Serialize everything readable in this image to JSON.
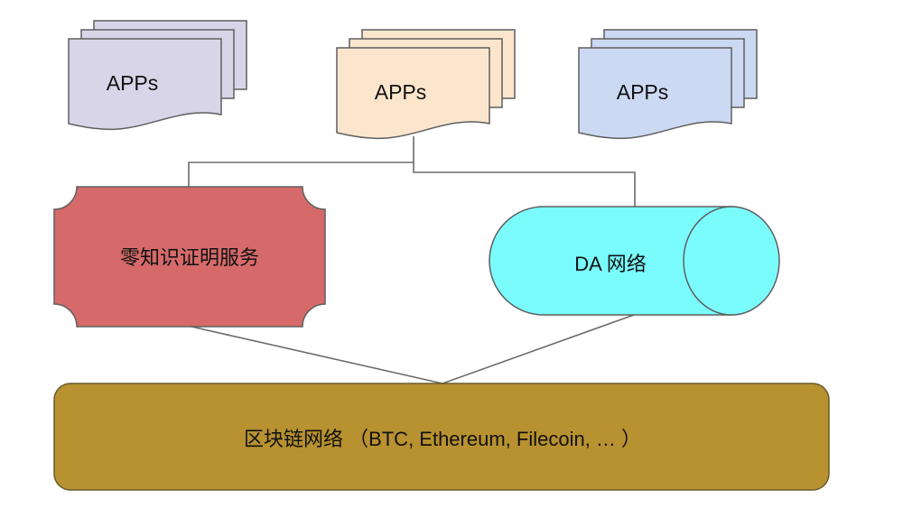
{
  "apps": [
    {
      "label": "APPs",
      "fill": "#d9d5e8"
    },
    {
      "label": "APPs",
      "fill": "#fbe6cd"
    },
    {
      "label": "APPs",
      "fill": "#ccd9f3"
    }
  ],
  "zk_service": {
    "label": "零知识证明服务",
    "fill": "#d66a6a"
  },
  "da_network": {
    "label": "DA 网络",
    "fill": "#7afcfd"
  },
  "blockchain": {
    "label": "区块链网络 （BTC, Ethereum, Filecoin, … ）",
    "fill": "#b89130"
  },
  "stroke": "#5f5f5f"
}
